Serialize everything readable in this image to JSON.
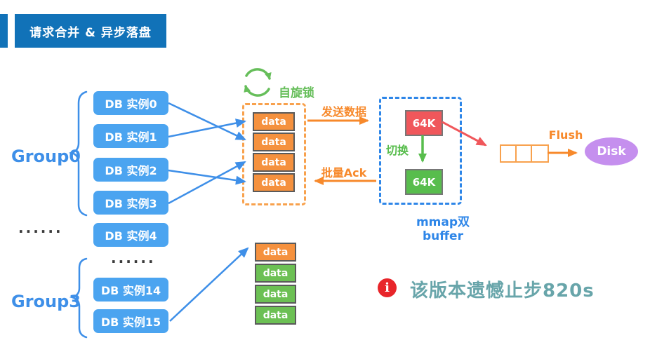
{
  "slide_title": "请求合并 & 异步落盘",
  "groups": [
    {
      "label": "Group0"
    },
    {
      "label": "Group3"
    }
  ],
  "db_instances": [
    "DB 实例0",
    "DB 实例1",
    "DB 实例2",
    "DB 实例3",
    "DB 实例4",
    "DB 实例14",
    "DB 实例15"
  ],
  "ellipsis": "······",
  "spinlock": {
    "label": "自旋锁",
    "cells": [
      "data",
      "data",
      "data",
      "data"
    ]
  },
  "flow": {
    "send": "发送数据",
    "ack": "批量Ack",
    "switch": "切换",
    "flush": "Flush"
  },
  "mmap": {
    "label": "mmap双buffer",
    "buffers": [
      "64K",
      "64K"
    ],
    "queue_cells": 3
  },
  "disk_label": "Disk",
  "bottom_stack": {
    "cells": [
      "data",
      "data",
      "data",
      "data"
    ]
  },
  "note": {
    "icon": "i",
    "text": "该版本遗憾止步820s"
  },
  "colors": {
    "banner_blue": "#1172B8",
    "db_blue": "#4BA4F0",
    "link_blue": "#3E8FE8",
    "orange_arrow": "#F7892B",
    "orange_fill": "#F5913E",
    "dashed_orange": "#F8A14D",
    "green": "#58BD4D",
    "spin_green": "#66BE5A",
    "red": "#F0575B",
    "mmap_blue": "#2E86E8",
    "disk_purple": "#C58FEE",
    "note_teal": "#68A5AA",
    "note_icon_red": "#E8252A"
  }
}
